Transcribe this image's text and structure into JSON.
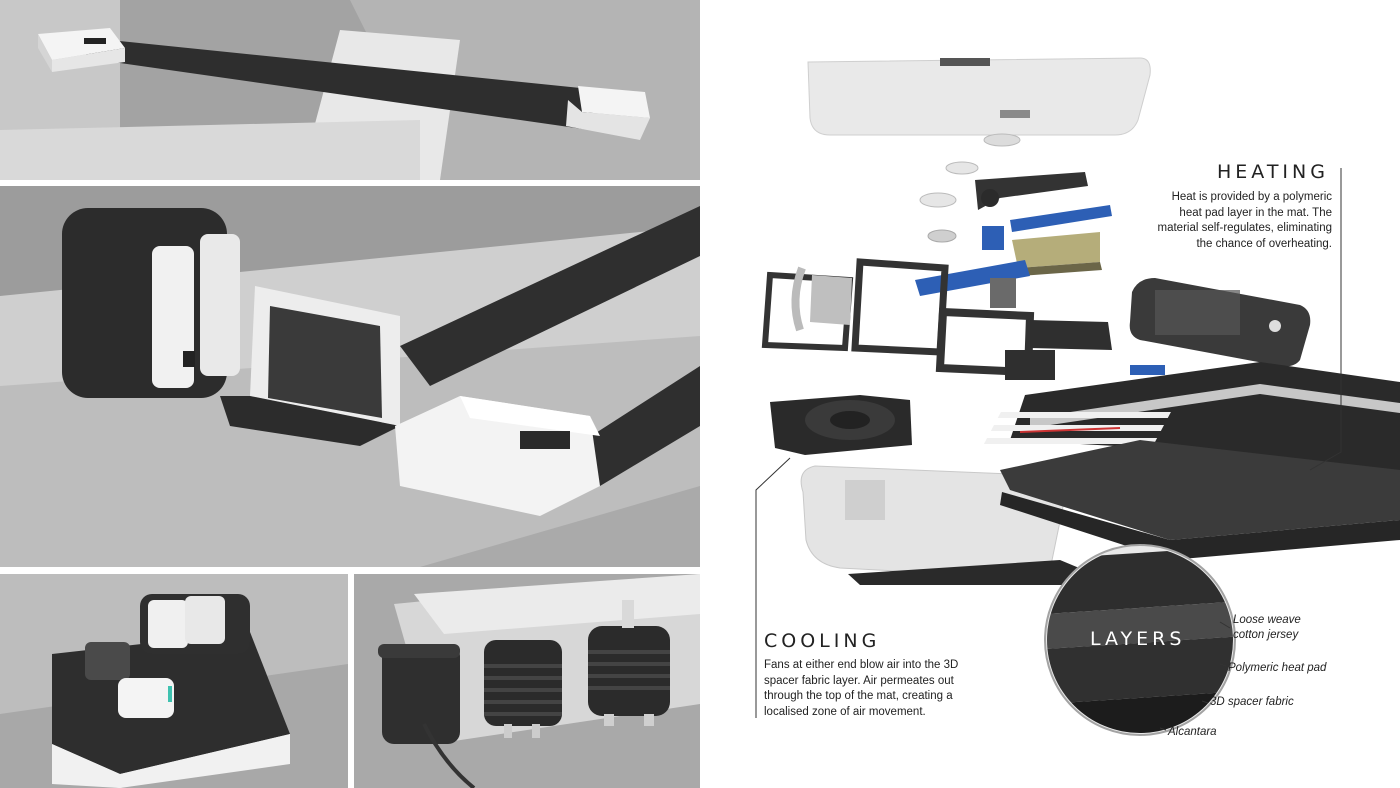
{
  "heating": {
    "title": "HEATING",
    "body_lines": [
      "Heat is provided by a polymeric",
      "heat pad layer in the mat. The",
      "material self-regulates, eliminating",
      "the chance of overheating."
    ]
  },
  "cooling": {
    "title": "COOLING",
    "body_lines": [
      "Fans at either end blow air into the 3D",
      "spacer fabric layer. Air permeates out",
      "through the top of the mat, creating a",
      "localised zone of air movement."
    ]
  },
  "layers": {
    "title": "LAYERS",
    "labels": [
      "Loose weave",
      "cotton jersey",
      "Polymeric heat pad",
      "3D spacer fabric",
      "Alcantara"
    ]
  },
  "colors": {
    "accent_blue": "#2d5fb5",
    "mat_dark": "#2e2e2e",
    "device_white": "#f2f2f2",
    "background_gray": "#9a9a9a"
  }
}
